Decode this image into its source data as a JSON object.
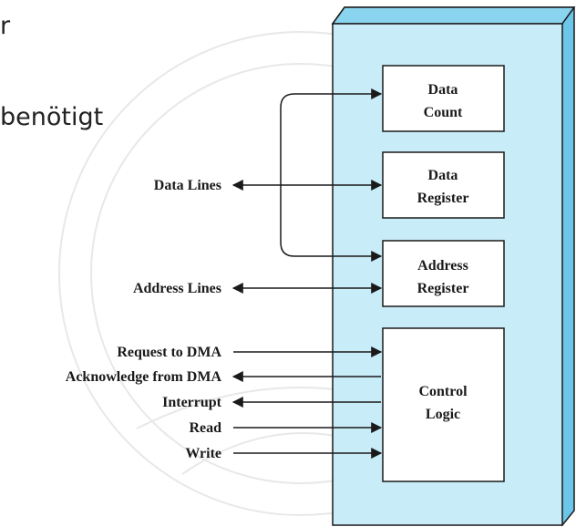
{
  "slide": {
    "fragment_top": "r",
    "fragment_middle": "benötigt"
  },
  "boxes": {
    "data_count": [
      "Data",
      "Count"
    ],
    "data_register": [
      "Data",
      "Register"
    ],
    "address_register": [
      "Address",
      "Register"
    ],
    "control_logic": [
      "Control",
      "Logic"
    ]
  },
  "signals": {
    "data_lines": "Data Lines",
    "address_lines": "Address Lines",
    "request_to_dma": "Request to DMA",
    "acknowledge_from_dma": "Acknowledge from DMA",
    "interrupt": "Interrupt",
    "read": "Read",
    "write": "Write"
  },
  "colors": {
    "module_fill": "#c8ecf8",
    "module_side": "#6cc6ea",
    "module_top": "#8ad4f0",
    "box_fill": "#ffffff",
    "line": "#1a1a1a",
    "watermark": "#e6e6e6"
  }
}
